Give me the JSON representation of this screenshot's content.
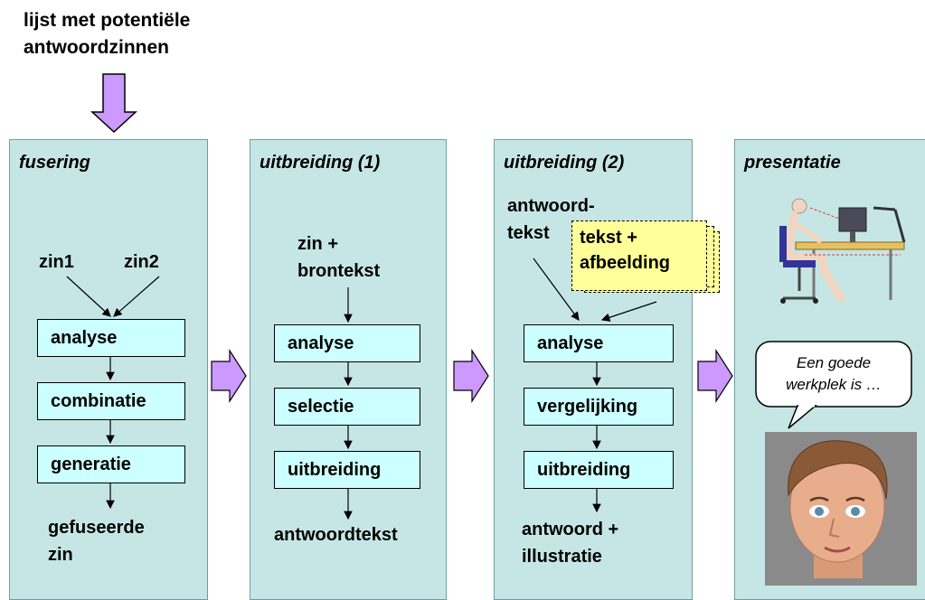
{
  "intro_text": "lijst met potentiële\nantwoordzinnen",
  "colors": {
    "panel": "#c6e6e6",
    "step_box": "#ccffff",
    "arrow_fill": "#cc99ff",
    "note": "#ffff99"
  },
  "panels": [
    {
      "title": "fusering",
      "inputs": [
        "zin1",
        "zin2"
      ],
      "steps": [
        "analyse",
        "combinatie",
        "generatie"
      ],
      "output": "gefuseerde\nzin"
    },
    {
      "title": "uitbreiding (1)",
      "input": "zin +\nbrontekst",
      "steps": [
        "analyse",
        "selectie",
        "uitbreiding"
      ],
      "output": "antwoordtekst"
    },
    {
      "title": "uitbreiding (2)",
      "input": "antwoord-\ntekst",
      "note": "tekst +\nafbeelding",
      "steps": [
        "analyse",
        "vergelijking",
        "uitbreiding"
      ],
      "output": "antwoord +\nillustratie"
    },
    {
      "title": "presentatie",
      "speech": "Een goede\nwerkplek is …",
      "illustrations": [
        "ergonomic-workstation",
        "animated-head"
      ]
    }
  ]
}
